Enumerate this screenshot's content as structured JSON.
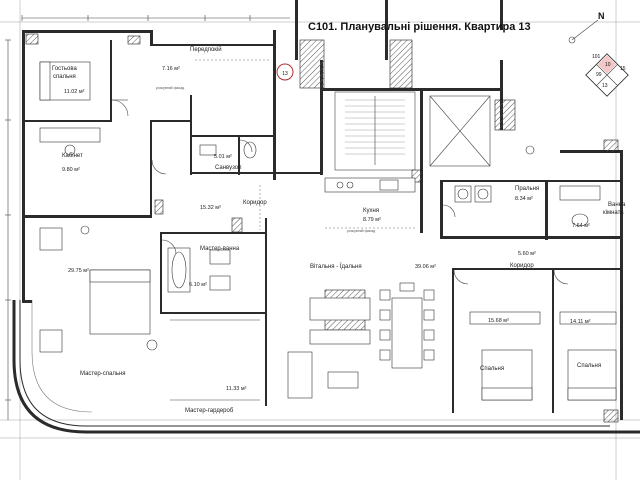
{
  "title": "С101. Планувальні рішення. Квартира 13",
  "apartment_badge": "13",
  "compass": {
    "north": "N"
  },
  "mini_plan": {
    "labels": [
      "101",
      "99",
      "10",
      "15",
      "13"
    ]
  },
  "rooms": [
    {
      "id": "guest-bedroom",
      "name": "Гостьова спальня",
      "area": "11.02 м²"
    },
    {
      "id": "hallway-top",
      "name": "Передпокій",
      "area": "7.16 м²"
    },
    {
      "id": "office",
      "name": "Кабінет",
      "area": "9.80 м²"
    },
    {
      "id": "bathroom-top",
      "name": "Санвузол",
      "area": "5.01 м²"
    },
    {
      "id": "corridor-top",
      "name": "Коридор",
      "area": "15.32 м²"
    },
    {
      "id": "kitchen",
      "name": "Кухня",
      "area": "8.79 м²"
    },
    {
      "id": "laundry",
      "name": "Пральня",
      "area": "8.34 м²"
    },
    {
      "id": "bathroom-right",
      "name": "Ванна кімната",
      "area": "7.64 м²"
    },
    {
      "id": "master-bath",
      "name": "Мастер-ванна",
      "area": "6.10 м²"
    },
    {
      "id": "living",
      "name": "Вітальня - Їдальня",
      "area": "39.06 м²"
    },
    {
      "id": "corridor-right",
      "name": "Коридор",
      "area": "5.60 м²"
    },
    {
      "id": "master-bedroom",
      "name": "Мастер-спальня",
      "area": "29.75 м²"
    },
    {
      "id": "bedroom-1",
      "name": "Спальня",
      "area": "15.68 м²"
    },
    {
      "id": "bedroom-2",
      "name": "Спальня",
      "area": "14.11 м²"
    },
    {
      "id": "master-wardrobe",
      "name": "Мастер-гардероб",
      "area": "11.33 м²"
    }
  ],
  "notes": {
    "facade": "розсувний фасад",
    "corridor_note": "розсувний фасад"
  }
}
